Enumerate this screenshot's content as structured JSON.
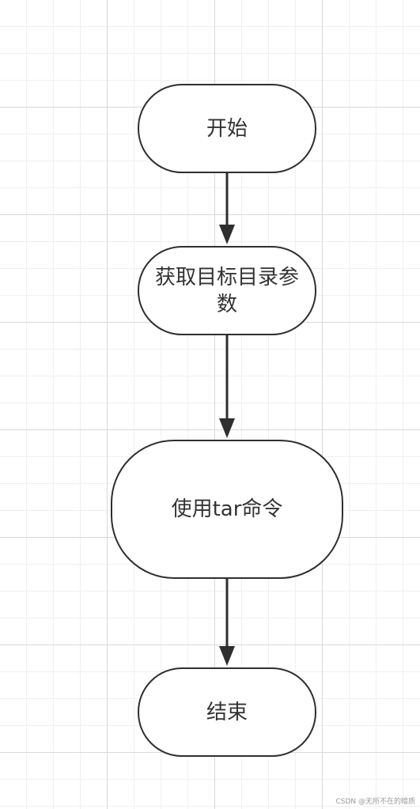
{
  "flowchart": {
    "nodes": [
      {
        "id": "start",
        "label": "开始"
      },
      {
        "id": "get-params",
        "label": "获取目标目录参数"
      },
      {
        "id": "tar-command",
        "label": "使用tar命令"
      },
      {
        "id": "end",
        "label": "结束"
      }
    ],
    "edges": [
      {
        "from": "start",
        "to": "get-params"
      },
      {
        "from": "get-params",
        "to": "tar-command"
      },
      {
        "from": "tar-command",
        "to": "end"
      }
    ]
  },
  "colors": {
    "stroke": "#2f2f2f",
    "text": "#333333",
    "grid": "#d9d9d9",
    "background": "#ffffff"
  },
  "watermark": "CSDN @无所不在的暗质"
}
